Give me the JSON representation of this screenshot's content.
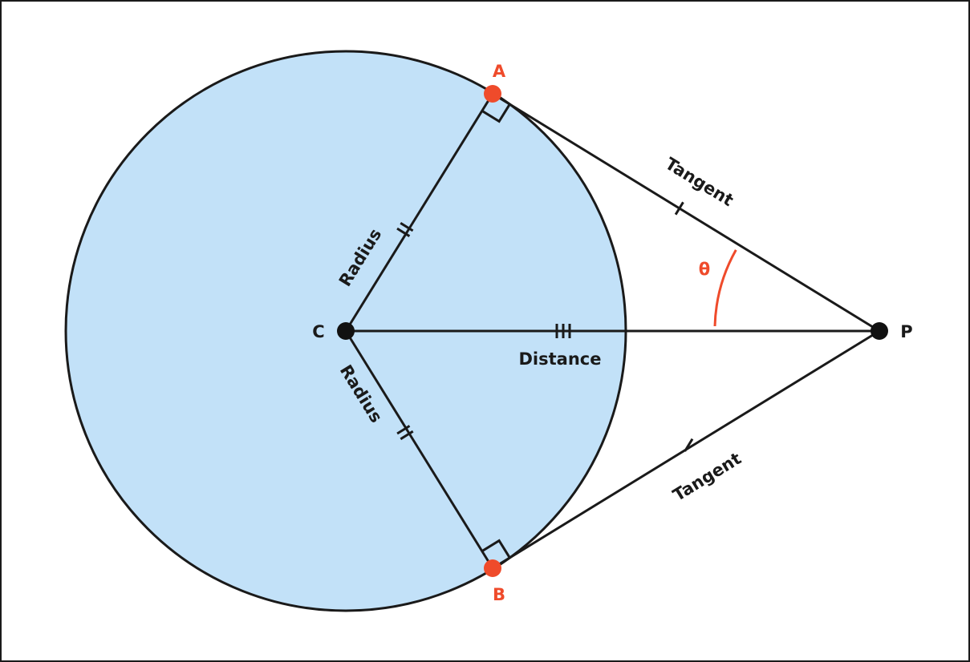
{
  "colors": {
    "circle_fill": "#c2e1f8",
    "stroke": "#1a1a1a",
    "tangent_point": "#ef4b2b",
    "angle_arc": "#ef4b2b",
    "background": "#ffffff"
  },
  "points": {
    "center": "C",
    "external": "P",
    "tangent_a": "A",
    "tangent_b": "B"
  },
  "segments": {
    "radius_upper": "Radius",
    "radius_lower": "Radius",
    "distance": "Distance",
    "tangent_upper": "Tangent",
    "tangent_lower": "Tangent"
  },
  "angle": {
    "symbol": "θ"
  }
}
